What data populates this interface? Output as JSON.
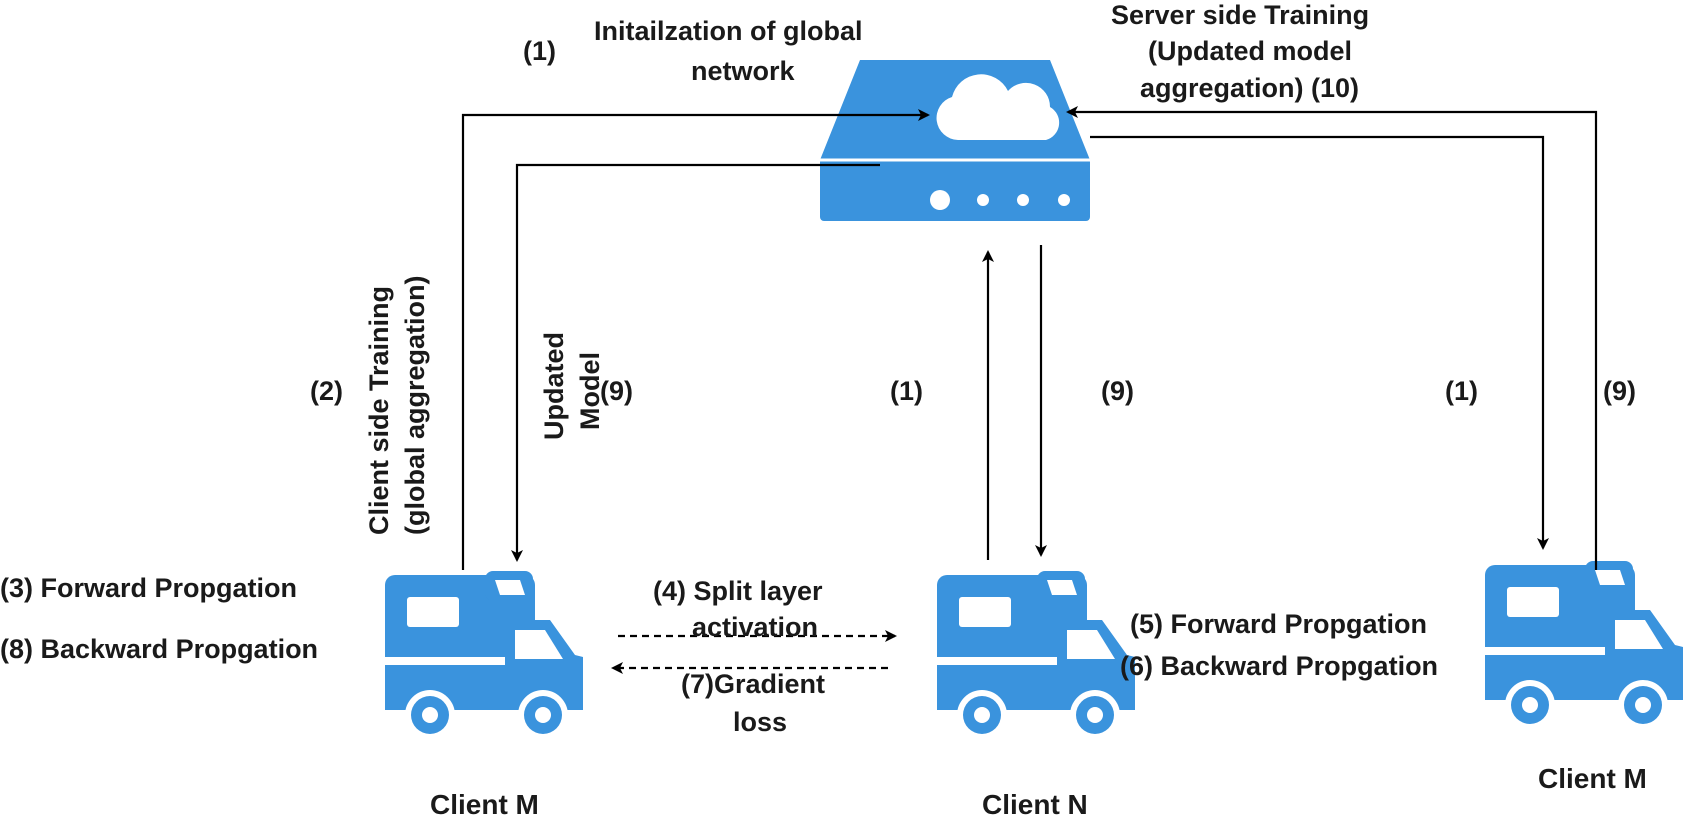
{
  "colors": {
    "icon": "#3a93dd",
    "icon_dark": "#2f7fc4",
    "stroke": "#000000",
    "white": "#ffffff"
  },
  "icons": {
    "server": "cloud-server-icon",
    "truck": "camper-truck-icon"
  },
  "labels": {
    "step1_top": "(1)",
    "init_line1": "Initailzation of global",
    "init_line2": "network",
    "server_line1": "Server side Training",
    "server_line2": "(Updated model",
    "server_line3": "aggregation) (10)",
    "step2": "(2)",
    "client_side_line1": "Client side Training",
    "client_side_line2": "(global aggregation)",
    "updated_line1": "Updated",
    "updated_line2": "Model",
    "step9_left": "(9)",
    "step1_mid": "(1)",
    "step9_mid": "(9)",
    "step1_right": "(1)",
    "step9_right": "(9)",
    "fwd_left": "(3) Forward Propgation",
    "bwd_left": "(8) Backward Propgation",
    "split_line1": "(4) Split layer",
    "split_line2": "activation",
    "grad_line1": "(7)Gradient",
    "grad_line2": "loss",
    "fwd_mid": "(5) Forward Propgation",
    "bwd_mid": "(6) Backward Propgation"
  },
  "clients": {
    "left": "Client M",
    "middle": "Client N",
    "right": "Client M"
  }
}
